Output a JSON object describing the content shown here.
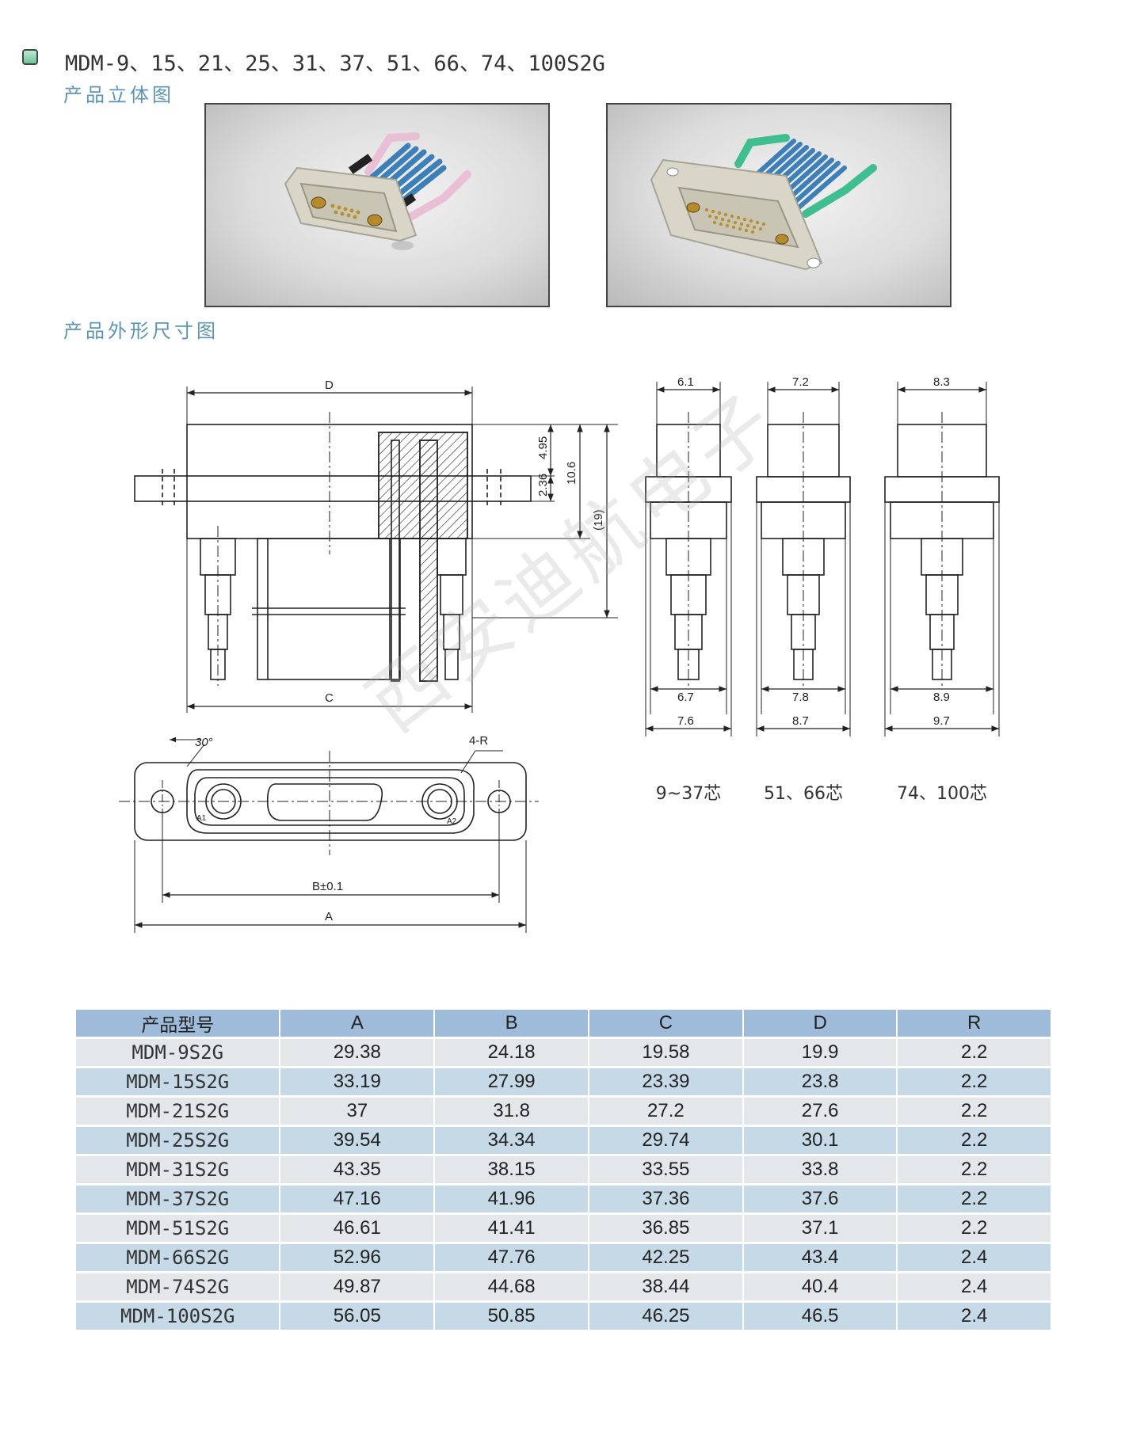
{
  "header": {
    "title": "MDM-9、15、21、25、31、37、51、66、74、100S2G",
    "section_3d": "产品立体图",
    "section_dims": "产品外形尺寸图"
  },
  "watermark": "西安迪航电子",
  "drawing_labels": {
    "D": "D",
    "C": "C",
    "B": "B±0.1",
    "A": "A",
    "four_r": "4-R",
    "angle": "30°",
    "a1": "A1",
    "a2": "A2",
    "d495": "4.95",
    "d236": "2.36",
    "d106": "10.6",
    "d19": "(19)"
  },
  "variants": [
    {
      "top": "6.1",
      "mid": "6.7",
      "bot": "7.6",
      "label": "9~37芯"
    },
    {
      "top": "7.2",
      "mid": "7.8",
      "bot": "8.7",
      "label": "51、66芯"
    },
    {
      "top": "8.3",
      "mid": "8.9",
      "bot": "9.7",
      "label": "74、100芯"
    }
  ],
  "colors": {
    "cable_pink": "#e9bfd6",
    "cable_green": "#3fbf8f",
    "cable_blue": "#3d7fb8",
    "table_header": "#9ebcda",
    "row_light": "#e3e7ea",
    "row_blue": "#c5d9e6",
    "label_blue": "#5a95b8"
  },
  "table": {
    "headers": [
      "产品型号",
      "A",
      "B",
      "C",
      "D",
      "R"
    ],
    "rows": [
      [
        "MDM-9S2G",
        "29.38",
        "24.18",
        "19.58",
        "19.9",
        "2.2"
      ],
      [
        "MDM-15S2G",
        "33.19",
        "27.99",
        "23.39",
        "23.8",
        "2.2"
      ],
      [
        "MDM-21S2G",
        "37",
        "31.8",
        "27.2",
        "27.6",
        "2.2"
      ],
      [
        "MDM-25S2G",
        "39.54",
        "34.34",
        "29.74",
        "30.1",
        "2.2"
      ],
      [
        "MDM-31S2G",
        "43.35",
        "38.15",
        "33.55",
        "33.8",
        "2.2"
      ],
      [
        "MDM-37S2G",
        "47.16",
        "41.96",
        "37.36",
        "37.6",
        "2.2"
      ],
      [
        "MDM-51S2G",
        "46.61",
        "41.41",
        "36.85",
        "37.1",
        "2.2"
      ],
      [
        "MDM-66S2G",
        "52.96",
        "47.76",
        "42.25",
        "43.4",
        "2.4"
      ],
      [
        "MDM-74S2G",
        "49.87",
        "44.68",
        "38.44",
        "40.4",
        "2.4"
      ],
      [
        "MDM-100S2G",
        "56.05",
        "50.85",
        "46.25",
        "46.5",
        "2.4"
      ]
    ]
  }
}
